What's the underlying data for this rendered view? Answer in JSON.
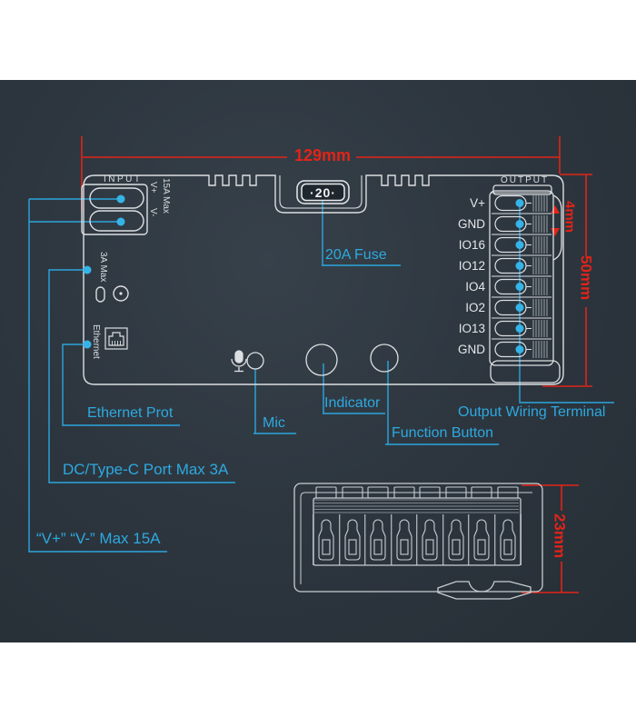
{
  "colors": {
    "accent": "#2da9e0",
    "dimension": "#e22418",
    "outline": "#dcdfe2",
    "background": "#2d363f"
  },
  "board": {
    "input_label": "INPUT",
    "output_label": "OUTPUT",
    "input_pins": {
      "positive": "V+",
      "negative": "V-"
    },
    "input_rating": "15A Max",
    "usb_rating": "3A Max",
    "ethernet_label": "Ethernet",
    "fuse_value": "·20·",
    "output_terminals": [
      "V+",
      "GND",
      "IO16",
      "IO12",
      "IO4",
      "IO2",
      "IO13",
      "GND"
    ]
  },
  "dimensions": {
    "width": "129mm",
    "terminal_pitch": "4mm",
    "height": "50mm",
    "depth": "23mm"
  },
  "callouts": {
    "fuse": "20A Fuse",
    "ethernet": "Ethernet Prot",
    "mic": "Mic",
    "indicator": "Indicator",
    "function_button": "Function Button",
    "output_terminal": "Output Wiring Terminal",
    "usb": "DC/Type-C Port Max 3A",
    "power": "“V+” “V-” Max 15A"
  }
}
